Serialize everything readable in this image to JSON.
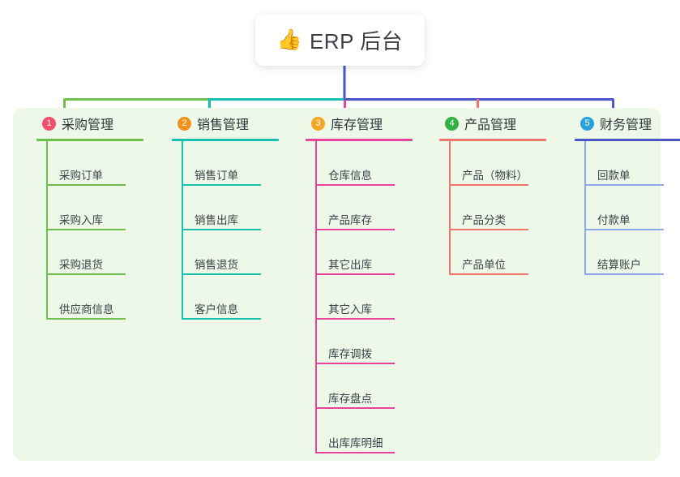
{
  "root": {
    "emoji": "👍",
    "emoji_name": "thumbs-up-icon",
    "title": "ERP 后台"
  },
  "palette": {
    "panel_bg": "#eef8e9",
    "page_bg": "#ffffff",
    "root_trunk": "#4a55c8",
    "text": "#3c4147"
  },
  "columns": [
    {
      "number": "1",
      "title": "采购管理",
      "badge_color": "#f0506e",
      "line_color": "#6fbf4f",
      "stub_color": "#6fbf4f",
      "items": [
        {
          "label": "采购订单"
        },
        {
          "label": "采购入库"
        },
        {
          "label": "采购退货"
        },
        {
          "label": "供应商信息"
        }
      ]
    },
    {
      "number": "2",
      "title": "销售管理",
      "badge_color": "#f2921d",
      "line_color": "#17bfae",
      "stub_color": "#17bfae",
      "items": [
        {
          "label": "销售订单"
        },
        {
          "label": "销售出库"
        },
        {
          "label": "销售退货"
        },
        {
          "label": "客户信息"
        }
      ]
    },
    {
      "number": "3",
      "title": "库存管理",
      "badge_color": "#f5a623",
      "line_color": "#e8449a",
      "stub_color": "#e8449a",
      "items": [
        {
          "label": "仓库信息"
        },
        {
          "label": "产品库存"
        },
        {
          "label": "其它出库"
        },
        {
          "label": "其它入库"
        },
        {
          "label": "库存调拨"
        },
        {
          "label": "库存盘点"
        },
        {
          "label": "出库库明细"
        }
      ]
    },
    {
      "number": "4",
      "title": "产品管理",
      "badge_color": "#2fb344",
      "line_color": "#f4756b",
      "stub_color": "#f4756b",
      "items": [
        {
          "label": "产品（物料）"
        },
        {
          "label": "产品分类"
        },
        {
          "label": "产品单位"
        }
      ]
    },
    {
      "number": "5",
      "title": "财务管理",
      "badge_color": "#2aa0e0",
      "line_color": "#8da7e8",
      "stub_color": "#4a55c8",
      "head_rule_color": "#4a55c8",
      "items": [
        {
          "label": "回款单"
        },
        {
          "label": "付款单"
        },
        {
          "label": "结算账户"
        }
      ]
    }
  ],
  "connector_bar": {
    "segments": [
      {
        "name": "green-segment",
        "color": "#6fbf4f"
      },
      {
        "name": "teal-segment",
        "color": "#17bfae"
      },
      {
        "name": "blue-segment",
        "color": "#4a55c8"
      }
    ]
  }
}
